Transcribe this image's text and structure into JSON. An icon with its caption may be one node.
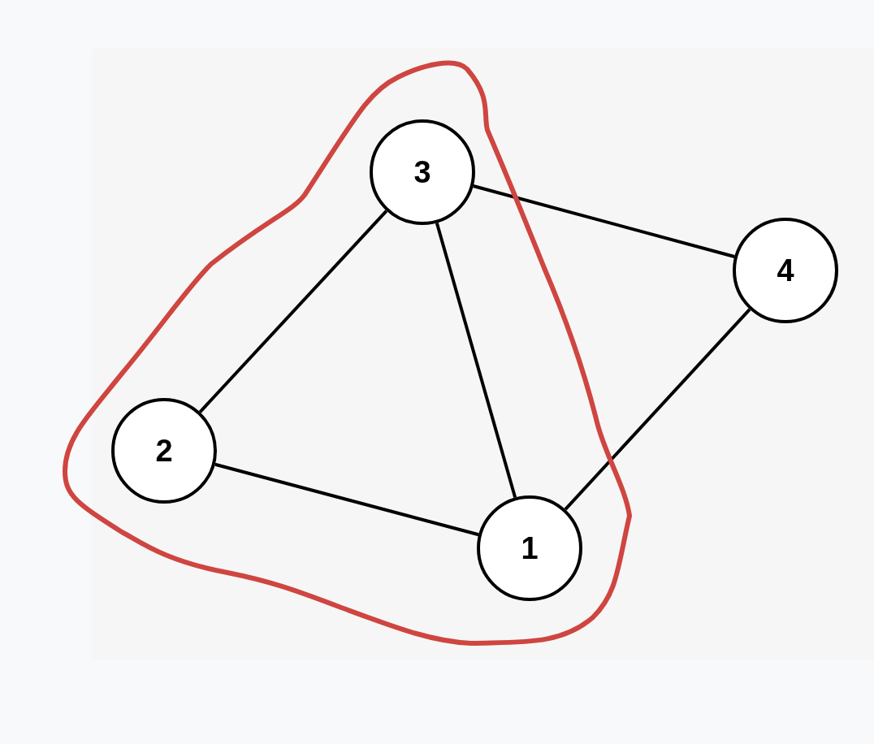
{
  "diagram": {
    "nodes": [
      {
        "text": [
          "1"
        ]
      },
      {
        "text": [
          "2"
        ]
      },
      {
        "text": [
          "3"
        ]
      },
      {
        "text": [
          "4"
        ]
      }
    ],
    "edges": [
      {
        "from": 2,
        "to": 3,
        "arrow": "none"
      },
      {
        "from": 2,
        "to": 1,
        "arrow": "none"
      },
      {
        "from": 2,
        "to": 0,
        "arrow": "none"
      },
      {
        "from": 1,
        "to": 0,
        "arrow": "none"
      },
      {
        "from": 3,
        "to": 0,
        "arrow": "none"
      }
    ]
  }
}
